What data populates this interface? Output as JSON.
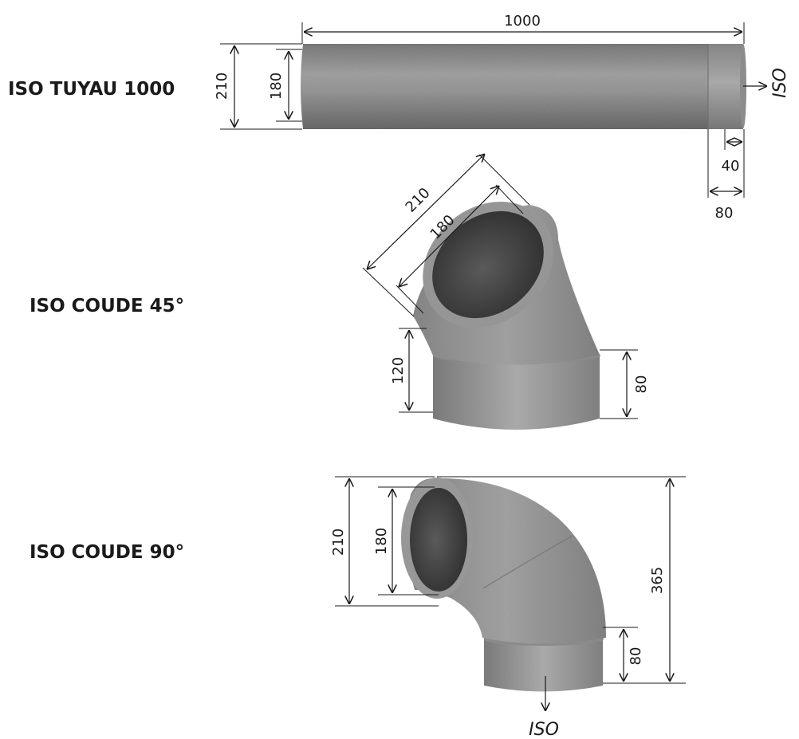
{
  "products": {
    "pipe": {
      "label": "ISO TUYAU 1000",
      "dim_length": "1000",
      "dim_outer": "210",
      "dim_inner": "180",
      "dim_sleeve_in": "40",
      "dim_sleeve": "80",
      "iso_mark": "ISO"
    },
    "elbow45": {
      "label": "ISO COUDE 45°",
      "dim_outer": "210",
      "dim_inner": "180",
      "dim_height": "120",
      "dim_sleeve": "80"
    },
    "elbow90": {
      "label": "ISO COUDE 90°",
      "dim_outer": "210",
      "dim_inner": "180",
      "dim_total": "365",
      "dim_sleeve": "80",
      "iso_mark": "ISO"
    }
  },
  "colors": {
    "foam": "#8f8f8f",
    "foam_dark": "#6e6e6e",
    "foam_light": "#b3b3b3",
    "sleeve": "#9a9a9a",
    "sleeve_dark": "#777777",
    "inner": "#4a4a4a",
    "ink": "#1a1a1a"
  }
}
